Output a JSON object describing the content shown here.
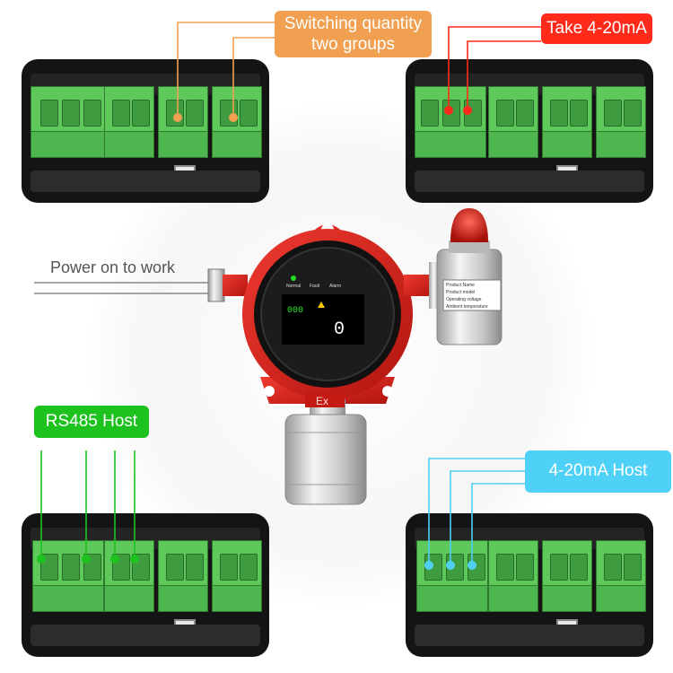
{
  "labels": {
    "switching": "Switching quantity two groups",
    "take": "Take 4-20mA",
    "power": "Power on to work",
    "rs485": "RS485 Host",
    "host": "4-20mA Host"
  },
  "device": {
    "status": [
      "Normal",
      "Fault",
      "Alarm"
    ],
    "reading": "0",
    "sub_reading": "000",
    "badge": "Ex",
    "nameplate": [
      "Product Name",
      "Product model",
      "Operating voltage",
      "Ambient temperature"
    ]
  },
  "colors": {
    "switching": "#f0a050",
    "take": "#ff2a1a",
    "rs485": "#1ec21e",
    "host": "#4fd0f7",
    "terminal": "#5ec85a",
    "body": "#d8221c"
  }
}
